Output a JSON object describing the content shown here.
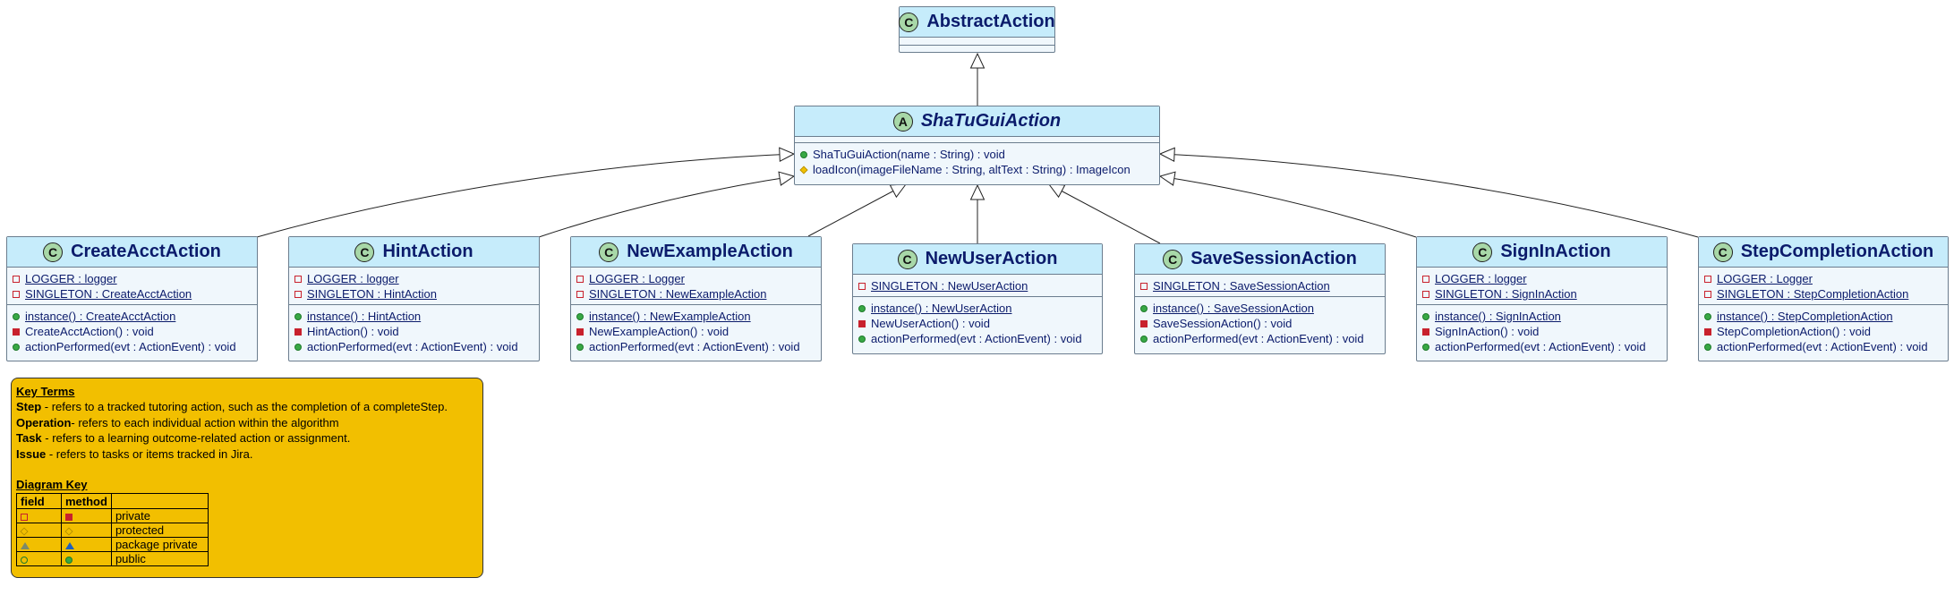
{
  "classes": {
    "abstract_action": {
      "name": "AbstractAction",
      "stereotype": "C",
      "abstract": false,
      "fields": [],
      "methods": []
    },
    "shatu": {
      "name": "ShaTuGuiAction",
      "stereotype": "A",
      "abstract": true,
      "members": [
        {
          "vis": "public-method",
          "text": "ShaTuGuiAction(name : String) : void",
          "static": false
        },
        {
          "vis": "protected-method",
          "text": "loadIcon(imageFileName : String, altText : String) : ImageIcon",
          "static": false
        }
      ]
    },
    "create_acct": {
      "name": "CreateAcctAction",
      "stereotype": "C",
      "abstract": false,
      "fields": [
        {
          "vis": "private-field",
          "text": "LOGGER : logger",
          "static": true
        },
        {
          "vis": "private-field",
          "text": "SINGLETON : CreateAcctAction",
          "static": true
        }
      ],
      "methods": [
        {
          "vis": "public-method",
          "text": "instance() : CreateAcctAction",
          "static": true
        },
        {
          "vis": "private-method",
          "text": "CreateAcctAction() : void",
          "static": false
        },
        {
          "vis": "public-method",
          "text": "actionPerformed(evt : ActionEvent) : void",
          "static": false
        }
      ]
    },
    "hint": {
      "name": "HintAction",
      "stereotype": "C",
      "abstract": false,
      "fields": [
        {
          "vis": "private-field",
          "text": "LOGGER : logger",
          "static": true
        },
        {
          "vis": "private-field",
          "text": "SINGLETON : HintAction",
          "static": true
        }
      ],
      "methods": [
        {
          "vis": "public-method",
          "text": "instance() : HintAction",
          "static": true
        },
        {
          "vis": "private-method",
          "text": "HintAction() : void",
          "static": false
        },
        {
          "vis": "public-method",
          "text": "actionPerformed(evt : ActionEvent) : void",
          "static": false
        }
      ]
    },
    "new_example": {
      "name": "NewExampleAction",
      "stereotype": "C",
      "abstract": false,
      "fields": [
        {
          "vis": "private-field",
          "text": "LOGGER : Logger",
          "static": true
        },
        {
          "vis": "private-field",
          "text": "SINGLETON : NewExampleAction",
          "static": true
        }
      ],
      "methods": [
        {
          "vis": "public-method",
          "text": "instance() : NewExampleAction",
          "static": true
        },
        {
          "vis": "private-method",
          "text": "NewExampleAction() : void",
          "static": false
        },
        {
          "vis": "public-method",
          "text": "actionPerformed(evt : ActionEvent) : void",
          "static": false
        }
      ]
    },
    "new_user": {
      "name": "NewUserAction",
      "stereotype": "C",
      "abstract": false,
      "fields": [
        {
          "vis": "private-field",
          "text": "SINGLETON : NewUserAction",
          "static": true
        }
      ],
      "methods": [
        {
          "vis": "public-method",
          "text": "instance() : NewUserAction",
          "static": true
        },
        {
          "vis": "private-method",
          "text": "NewUserAction() : void",
          "static": false
        },
        {
          "vis": "public-method",
          "text": "actionPerformed(evt : ActionEvent) : void",
          "static": false
        }
      ]
    },
    "save_session": {
      "name": "SaveSessionAction",
      "stereotype": "C",
      "abstract": false,
      "fields": [
        {
          "vis": "private-field",
          "text": "SINGLETON : SaveSessionAction",
          "static": true
        }
      ],
      "methods": [
        {
          "vis": "public-method",
          "text": "instance() : SaveSessionAction",
          "static": true
        },
        {
          "vis": "private-method",
          "text": "SaveSessionAction() : void",
          "static": false
        },
        {
          "vis": "public-method",
          "text": "actionPerformed(evt : ActionEvent) : void",
          "static": false
        }
      ]
    },
    "sign_in": {
      "name": "SignInAction",
      "stereotype": "C",
      "abstract": false,
      "fields": [
        {
          "vis": "private-field",
          "text": "LOGGER : logger",
          "static": true
        },
        {
          "vis": "private-field",
          "text": "SINGLETON : SignInAction",
          "static": true
        }
      ],
      "methods": [
        {
          "vis": "public-method",
          "text": "instance() : SignInAction",
          "static": true
        },
        {
          "vis": "private-method",
          "text": "SignInAction() : void",
          "static": false
        },
        {
          "vis": "public-method",
          "text": "actionPerformed(evt : ActionEvent) : void",
          "static": false
        }
      ]
    },
    "step_completion": {
      "name": "StepCompletionAction",
      "stereotype": "C",
      "abstract": false,
      "fields": [
        {
          "vis": "private-field",
          "text": "LOGGER : Logger",
          "static": true
        },
        {
          "vis": "private-field",
          "text": "SINGLETON : StepCompletionAction",
          "static": true
        }
      ],
      "methods": [
        {
          "vis": "public-method",
          "text": "instance() : StepCompletionAction",
          "static": true
        },
        {
          "vis": "private-method",
          "text": "StepCompletionAction() : void",
          "static": false
        },
        {
          "vis": "public-method",
          "text": "actionPerformed(evt : ActionEvent) : void",
          "static": false
        }
      ]
    }
  },
  "key": {
    "terms_title": "Key Terms",
    "terms": [
      {
        "term": "Step",
        "desc": " - refers to a tracked tutoring action, such as the completion of a completeStep."
      },
      {
        "term": "Operation",
        "desc": "- refers to each individual action within the algorithm"
      },
      {
        "term": "Task",
        "desc": " - refers to a learning outcome-related action or assignment."
      },
      {
        "term": "Issue",
        "desc": " - refers to tasks or items tracked in Jira."
      }
    ],
    "diagram_key_title": "Diagram Key",
    "col_field": "field",
    "col_method": "method",
    "rows": [
      {
        "field_icon": "private-field",
        "method_icon": "private-method",
        "label": "private"
      },
      {
        "field_icon": "protected-field",
        "method_icon": "protected-method",
        "label": "protected"
      },
      {
        "field_icon": "package-field",
        "method_icon": "package-method",
        "label": "package private"
      },
      {
        "field_icon": "public-field",
        "method_icon": "public-method",
        "label": "public"
      }
    ]
  },
  "colors": {
    "class_header": "#c6ecfb",
    "class_body": "#f0f7fc",
    "text": "#0b1b6b",
    "key_background": "#f2bf00"
  }
}
